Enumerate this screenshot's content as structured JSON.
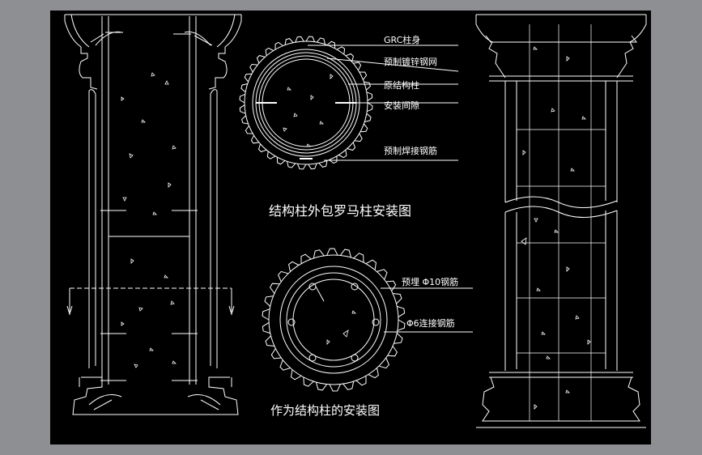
{
  "colors": {
    "background": "#000000",
    "linework": "#ffffff",
    "frame": "#8e8f92"
  },
  "section1": {
    "labels": [
      "GRC柱身",
      "预制镀锌钢网",
      "原结构柱",
      "安装间隙",
      "预制焊接钢筋"
    ],
    "caption": "结构柱外包罗马柱安装图"
  },
  "section2": {
    "labels": [
      "预埋 Φ10钢筋",
      "Φ6连接钢筋"
    ],
    "caption": "作为结构柱的安装图"
  }
}
